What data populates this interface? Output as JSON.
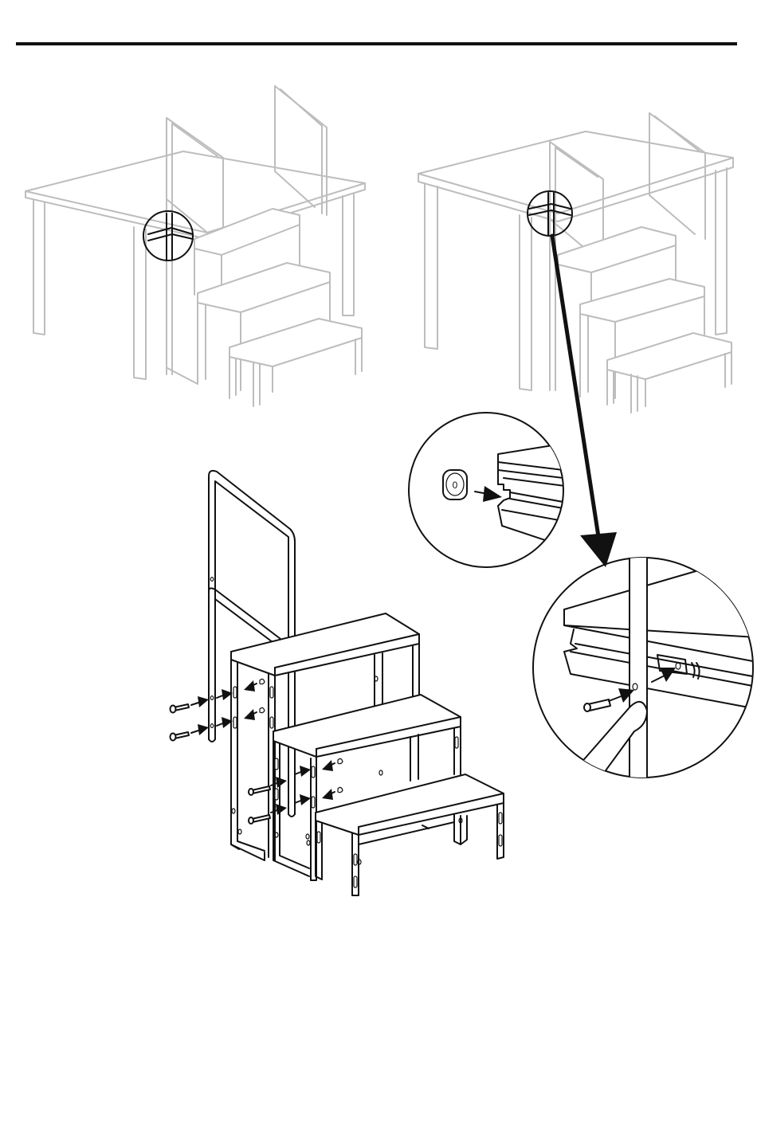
{
  "page": {
    "rule_color": "#111111",
    "line_color": "#111111",
    "context_color": "#bdbdbd"
  },
  "illustrations": {
    "overview_left": {
      "icon": "stage-with-stairs-left-overview"
    },
    "overview_right": {
      "icon": "stage-with-stairs-right-overview"
    },
    "main_assembly": {
      "icon": "stair-unit-with-handrail-assembly"
    },
    "detail_cap": {
      "icon": "end-cap-insertion-detail",
      "cap_mark": "0"
    },
    "detail_bolt": {
      "icon": "handrail-bolt-detail"
    }
  }
}
